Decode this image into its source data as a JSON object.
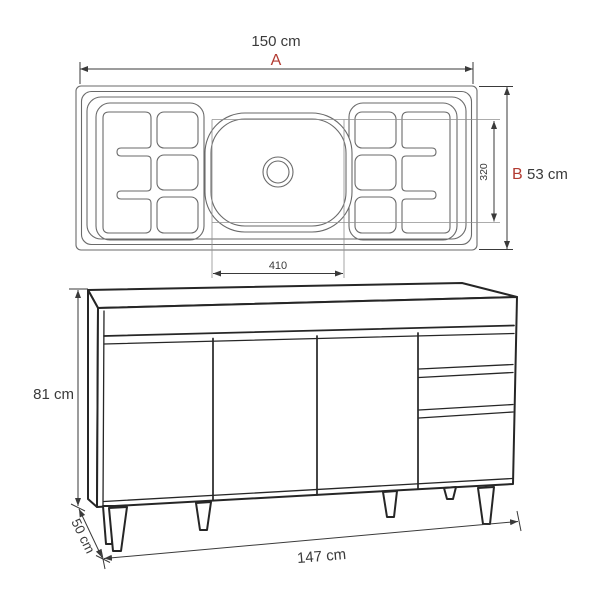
{
  "colors": {
    "background": "#ffffff",
    "drawing_line": "#262626",
    "sink_line": "#6a6a6a",
    "dimension_line": "#3a3a3a",
    "accent_red": "#b23a31"
  },
  "top_view": {
    "width_label": "150 cm",
    "width_letter": "A",
    "depth_letter": "B",
    "depth_label": "53 cm",
    "bowl_width": "410",
    "bowl_depth": "320"
  },
  "front_view": {
    "height_label": "81 cm",
    "depth_label": "50 cm",
    "width_label": "147 cm"
  }
}
